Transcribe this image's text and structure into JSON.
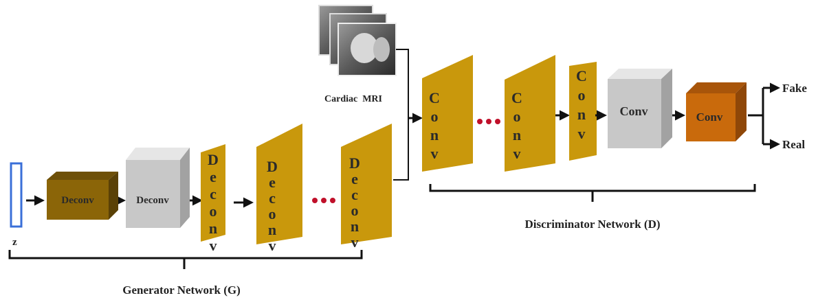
{
  "input": {
    "label": "z"
  },
  "generator": {
    "blocks": [
      {
        "label": "Deconv",
        "color": "#8b6508"
      },
      {
        "label": "Deconv",
        "color": "#c8c8c8"
      },
      {
        "label": "Deconv",
        "color": "#c9980c"
      },
      {
        "label": "Deconv",
        "color": "#c9980c"
      },
      {
        "label": "Deconv",
        "color": "#c9980c"
      }
    ],
    "caption": "Generator Network (G)"
  },
  "mri": {
    "label": "Cardiac  MRI"
  },
  "discriminator": {
    "blocks": [
      {
        "label": "Conv",
        "color": "#c9980c"
      },
      {
        "label": "Conv",
        "color": "#c9980c"
      },
      {
        "label": "Conv",
        "color": "#c9980c"
      },
      {
        "label": "Conv",
        "color": "#c8c8c8"
      },
      {
        "label": "Conv",
        "color": "#c96a0c"
      }
    ],
    "caption": "Discriminator Network (D)"
  },
  "outputs": {
    "fake": "Fake",
    "real": "Real"
  },
  "colors": {
    "ellipsis_dots": "#c0102a",
    "arrows": "#111111",
    "input_box": "#3a6fd8"
  }
}
